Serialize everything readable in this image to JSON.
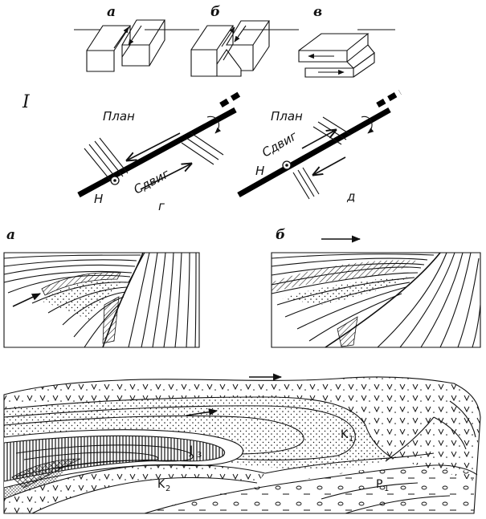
{
  "panels_top": {
    "a": "а",
    "b": "б",
    "v": "в"
  },
  "section_label": "I",
  "plans": {
    "g": {
      "plan_label": "План",
      "shift_label": "Сдвиг",
      "point_label": "Н",
      "letter": "г"
    },
    "d": {
      "plan_label": "План",
      "shift_label": "Сдвиг",
      "point_label": "Н",
      "letter": "д"
    }
  },
  "middle_panels": {
    "a": "а",
    "b": "б"
  },
  "bottom_units": {
    "k1": "K",
    "k1_sub": "1",
    "j3": "J",
    "j3_sub": "3",
    "k2": "K",
    "k2_sub": "2",
    "p1": "P",
    "p1_sub": "1"
  },
  "colors": {
    "ink": "#111111",
    "paper": "#ffffff"
  }
}
